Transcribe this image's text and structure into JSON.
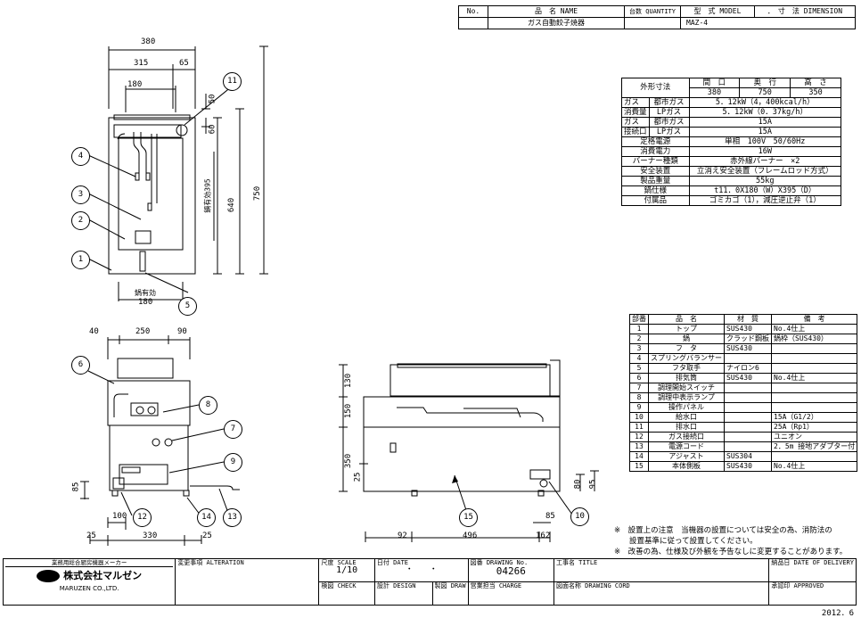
{
  "header": {
    "no_label": "No.",
    "name_label": "品　名 NAME",
    "qty_label": "台数 QUANTITY",
    "model_label": "型　式 MODEL",
    "dim_label": "．　寸　法 DIMENSION",
    "product_name": "ガス自動餃子焼器",
    "model": "MAZ-4"
  },
  "spec": {
    "outer_label": "外形寸法",
    "col_headers": [
      "間　口",
      "奥　行",
      "高　さ"
    ],
    "outer_values": [
      "380",
      "750",
      "350"
    ],
    "rows": [
      {
        "l1": "ガス",
        "l2": "都市ガス",
        "value": "5．12kW（4，400kcal/h）"
      },
      {
        "l1": "消費量",
        "l2": "LPガス",
        "value": "5．12kW（0．37kg/h）"
      },
      {
        "l1": "ガス",
        "l2": "都市ガス",
        "value": "15A"
      },
      {
        "l1": "接続口",
        "l2": "LPガス",
        "value": "15A"
      }
    ],
    "single_rows": [
      {
        "label": "定格電源",
        "value": "単相　100V　50/60Hz"
      },
      {
        "label": "消費電力",
        "value": "16W"
      },
      {
        "label": "バーナー種類",
        "value": "赤外線バーナー　×2"
      },
      {
        "label": "安全装置",
        "value": "立消え安全装置（フレームロッド方式）"
      },
      {
        "label": "製品重量",
        "value": "55kg"
      },
      {
        "label": "鍋仕様",
        "value": "t11．0X180（W）X395（D）"
      },
      {
        "label": "付属品",
        "value": "ゴミカゴ（1），減圧逆止弁（1）"
      }
    ]
  },
  "parts": {
    "headers": [
      "部番",
      "品　名",
      "材　質",
      "備　考"
    ],
    "rows": [
      {
        "no": "1",
        "name": "トップ",
        "mat": "SUS430",
        "note": "No.4仕上"
      },
      {
        "no": "2",
        "name": "鍋",
        "mat": "クラッド鋼板",
        "note": "鍋枠（SUS430）"
      },
      {
        "no": "3",
        "name": "フ　タ",
        "mat": "SUS430",
        "note": ""
      },
      {
        "no": "4",
        "name": "スプリングバランサー",
        "mat": "",
        "note": ""
      },
      {
        "no": "5",
        "name": "フタ取手",
        "mat": "ナイロン6",
        "note": ""
      },
      {
        "no": "6",
        "name": "排気筒",
        "mat": "SUS430",
        "note": "No.4仕上"
      },
      {
        "no": "7",
        "name": "調理開始スイッチ",
        "mat": "",
        "note": ""
      },
      {
        "no": "8",
        "name": "調理中表示ランプ",
        "mat": "",
        "note": ""
      },
      {
        "no": "9",
        "name": "操作パネル",
        "mat": "",
        "note": ""
      },
      {
        "no": "10",
        "name": "給水口",
        "mat": "",
        "note": "15A（G1/2）"
      },
      {
        "no": "11",
        "name": "排水口",
        "mat": "",
        "note": "25A（Rp1）"
      },
      {
        "no": "12",
        "name": "ガス接続口",
        "mat": "",
        "note": "ユニオン"
      },
      {
        "no": "13",
        "name": "電源コード",
        "mat": "",
        "note": "2．5m 接地アダプター付"
      },
      {
        "no": "14",
        "name": "アジャスト",
        "mat": "SUS304",
        "note": ""
      },
      {
        "no": "15",
        "name": "本体側板",
        "mat": "SUS430",
        "note": "No.4仕上"
      }
    ]
  },
  "notes": [
    "※　設置上の注意　当機器の設置については安全の為、消防法の",
    "設置基準に従って設置してください。",
    "※　改善の為、仕様及び外観を予告なしに変更することがあります。"
  ],
  "titleblock": {
    "maker_type": "業務用総合厨房機器メーカー",
    "company": "株式会社マルゼン",
    "company_en": "MARUZEN CO.,LTD.",
    "alteration": "変更事項 ALTERATION",
    "scale_label": "尺度 SCALE",
    "scale": "1/10",
    "date_label": "日付 DATE",
    "date_value": "・　　・",
    "drawing_no_label": "図番 DRAWING No.",
    "drawing_no": "04266",
    "project_label": "工事名 TITLE",
    "delivery_label": "納品日 DATE OF DELIVERY",
    "check_label": "検図 CHECK",
    "design_label": "設計 DESIGN",
    "draw_label": "製図 DRAW",
    "charge_label": "営業担当 CHARGE",
    "cord_label": "図面名称 DRAWING CORD",
    "approved_label": "承認印 APPROVED"
  },
  "date_stamp": "2012．6",
  "drawing": {
    "top_dims": [
      "380",
      "315",
      "65",
      "180",
      "50",
      "60",
      "640",
      "750",
      "鍋有効395",
      "鍋有効",
      "180"
    ],
    "front_dims": [
      "40",
      "250",
      "90",
      "85",
      "100",
      "25",
      "330",
      "25"
    ],
    "side_dims": [
      "130",
      "150",
      "350",
      "25",
      "80",
      "95",
      "85",
      "92",
      "496",
      "162"
    ],
    "callouts": [
      "1",
      "2",
      "3",
      "4",
      "5",
      "6",
      "7",
      "8",
      "9",
      "10",
      "11",
      "12",
      "13",
      "14",
      "15"
    ]
  }
}
